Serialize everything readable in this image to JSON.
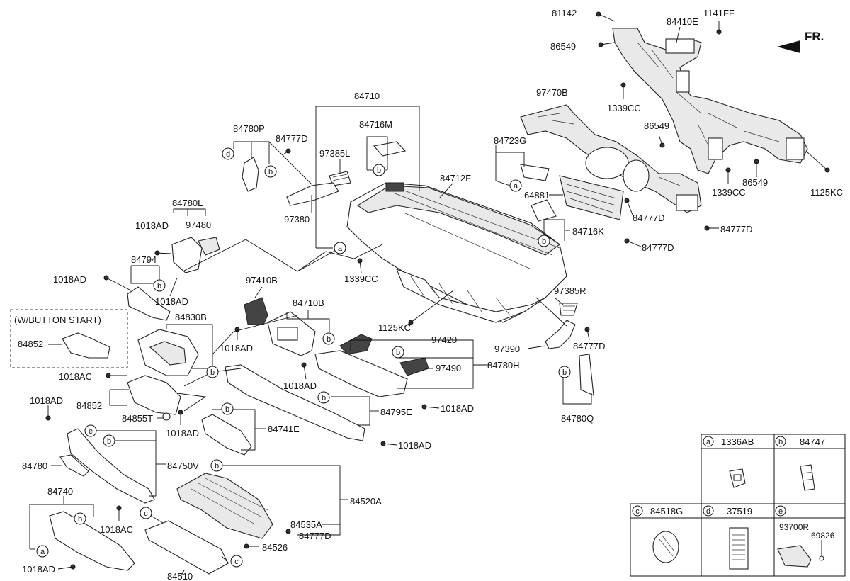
{
  "orientation": {
    "label": "FR."
  },
  "inset": {
    "label": "(W/BUTTON START)",
    "part": "84852"
  },
  "parts": {
    "p81142": "81142",
    "p84410E": "84410E",
    "p1141FF": "1141FF",
    "p86549a": "86549",
    "p1339CCa": "1339CC",
    "p86549b": "86549",
    "p86549c": "86549",
    "p1339CCb": "1339CC",
    "p1125KCa": "1125KC",
    "p97470B": "97470B",
    "p84723G": "84723G",
    "p64881": "64881",
    "p84777Da": "84777D",
    "p84777Db": "84777D",
    "p84777Dc": "84777D",
    "p84716K": "84716K",
    "p84710": "84710",
    "p84716M": "84716M",
    "p97385L": "97385L",
    "p84712F": "84712F",
    "p97380": "97380",
    "p84780P": "84780P",
    "p84777Dd": "84777D",
    "p84780L": "84780L",
    "p1018ADa": "1018AD",
    "p97480": "97480",
    "p84794": "84794",
    "p1018ADb": "1018AD",
    "p1018ADc": "1018AD",
    "p1339CCc": "1339CC",
    "p97410B": "97410B",
    "p84710B": "84710B",
    "p97385R": "97385R",
    "p1125KCb": "1125KC",
    "p97420": "97420",
    "p97390": "97390",
    "p84777De": "84777D",
    "p84780H": "84780H",
    "p97490": "97490",
    "p84830B": "84830B",
    "p1018ADd": "1018AD",
    "p1018ACa": "1018AC",
    "p1018ADe": "1018AD",
    "p84852": "84852",
    "p84855T": "84855T",
    "p1018ADf": "1018AD",
    "p84795E": "84795E",
    "p1018ADg": "1018AD",
    "p1018ADh": "1018AD",
    "p84741E": "84741E",
    "p1018ADi": "1018AD",
    "p84780Q": "84780Q",
    "p84780": "84780",
    "p84750V": "84750V",
    "p84740": "84740",
    "p1018ACb": "1018AC",
    "p84520A": "84520A",
    "p84535A": "84535A",
    "p84777Df": "84777D",
    "p84526": "84526",
    "p1018ADj": "1018AD",
    "p84510": "84510"
  },
  "callouts": {
    "a": "a",
    "b": "b",
    "c": "c",
    "d": "d",
    "e": "e"
  },
  "legend": [
    {
      "key": "a",
      "part": "1336AB"
    },
    {
      "key": "b",
      "part": "84747"
    },
    {
      "key": "c",
      "part": "84518G"
    },
    {
      "key": "d",
      "part": "37519"
    },
    {
      "key": "e",
      "part": "93700R",
      "part2": "69826"
    }
  ]
}
